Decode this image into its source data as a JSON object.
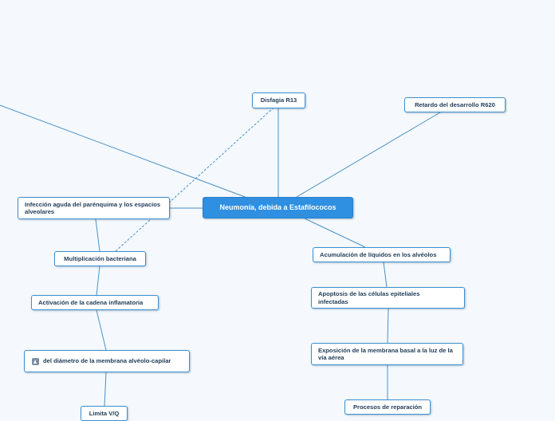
{
  "map": {
    "center": "Neumonía, debida a Estafilococos",
    "disfagia": "Disfagia R13",
    "retardo": "Retardo del desarrollo R620",
    "infeccion": "Infección aguda del parénquima y los espacios alveolares",
    "multiplicacion": "Multiplicación bacteriana",
    "activacion": "Activación de la cadena inflamatoria",
    "diametro": "del diámetro de la membrana alvéolo-capilar",
    "limita": "Limita V/Q",
    "acumulacion": "Acumulación de líquidos en los alvéolos",
    "apoptosis": "Apoptosis de las células epiteliales infectadas",
    "exposicion": "Exposición de la membrana basal a la luz de la vía aérea",
    "procesos": "Procesos de reparación"
  },
  "colors": {
    "background": "#f5f9fd",
    "link": "#4a90c8",
    "node_border": "#3c8fd0",
    "center_fill": "#2f8fe0",
    "icon": "#7a8ea3"
  },
  "icons": {
    "diametro": "arrow-up-icon"
  }
}
